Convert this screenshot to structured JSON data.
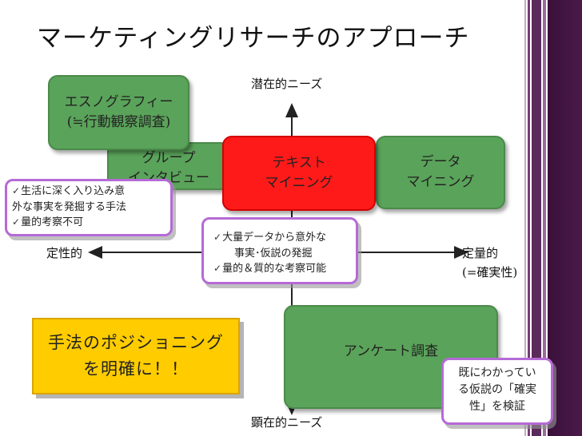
{
  "slide": {
    "title": "マーケティングリサーチのアプローチ",
    "axes": {
      "top": "潜在的ニーズ",
      "bottom": "顕在的ニーズ",
      "left": "定性的",
      "right_line1": "定量的",
      "right_line2": "(=確実性)"
    },
    "boxes": {
      "ethnography_line1": "エスノグラフィー",
      "ethnography_line2": "(≒行動観察調査)",
      "group_line1": "グループ",
      "group_line2": "インタビュー",
      "text_mining_line1": "テキスト",
      "text_mining_line2": "マイニング",
      "data_mining_line1": "データ",
      "data_mining_line2": "マイニング",
      "survey": "アンケート調査"
    },
    "callouts": {
      "ethnography": [
        "生活に深く入り込み意",
        "外な事実を発掘する手法",
        "量的考察不可"
      ],
      "text_mining": [
        "大量データから意外な",
        "事実･仮説の発掘",
        "量的＆質的な考察可能"
      ],
      "survey": [
        "既にわかってい",
        "る仮説の「確実",
        "性」を検証"
      ]
    },
    "message_line1": "手法のポジショニング",
    "message_line2": "を明確に！！",
    "colors": {
      "green": "#5aa35a",
      "red": "#ff1a1a",
      "yellow": "#ffcc00",
      "callout_border": "#b56ad6",
      "deco_stripes": "#4a1a4a"
    }
  }
}
